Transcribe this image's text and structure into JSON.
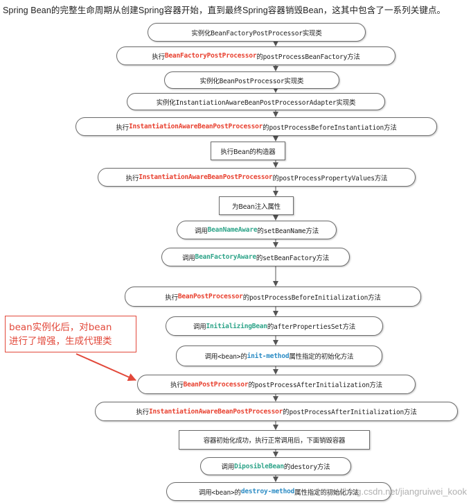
{
  "intro_text": "Spring Bean的完整生命周期从创建Spring容器开始，直到最终Spring容器销毁Bean，这其中包含了一系列关键点。",
  "nodes": [
    {
      "shape": "pill",
      "parts": [
        {
          "text": "实例化BeanFactoryPostProcessor实现类"
        }
      ]
    },
    {
      "shape": "pill",
      "parts": [
        {
          "text": "执行"
        },
        {
          "text": "BeanFactoryPostProcessor",
          "color": "red"
        },
        {
          "text": "的postProcessBeanFactory方法"
        }
      ]
    },
    {
      "shape": "pill",
      "parts": [
        {
          "text": "实例化BeanPostProcessor实现类"
        }
      ]
    },
    {
      "shape": "pill",
      "parts": [
        {
          "text": "实例化InstantiationAwareBeanPostProcessorAdapter实现类"
        }
      ]
    },
    {
      "shape": "pill",
      "parts": [
        {
          "text": "执行"
        },
        {
          "text": "InstantiationAwareBeanPostProcessor",
          "color": "red"
        },
        {
          "text": "的postProcessBeforeInstantiation方法"
        }
      ]
    },
    {
      "shape": "rect",
      "parts": [
        {
          "text": "执行Bean的构造器"
        }
      ]
    },
    {
      "shape": "pill",
      "parts": [
        {
          "text": "执行"
        },
        {
          "text": "InstantiationAwareBeanPostProcessor",
          "color": "red"
        },
        {
          "text": "的postProcessPropertyValues方法"
        }
      ]
    },
    {
      "shape": "rect",
      "parts": [
        {
          "text": "为Bean注入属性"
        }
      ]
    },
    {
      "shape": "pill",
      "parts": [
        {
          "text": "调用"
        },
        {
          "text": "BeanNameAware",
          "color": "green"
        },
        {
          "text": "的setBeanName方法"
        }
      ]
    },
    {
      "shape": "pill",
      "parts": [
        {
          "text": "调用"
        },
        {
          "text": "BeanFactoryAware",
          "color": "green"
        },
        {
          "text": "的setBeanFactory方法"
        }
      ]
    },
    {
      "shape": "pill",
      "parts": [
        {
          "text": "执行"
        },
        {
          "text": "BeanPostProcessor",
          "color": "red"
        },
        {
          "text": "的postProcessBeforeInitialization方法"
        }
      ]
    },
    {
      "shape": "pill",
      "parts": [
        {
          "text": "调用"
        },
        {
          "text": "InitializingBean",
          "color": "green"
        },
        {
          "text": "的afterPropertiesSet方法"
        }
      ]
    },
    {
      "shape": "pill",
      "parts": [
        {
          "text": "调用<bean>的"
        },
        {
          "text": "init-method",
          "color": "blue"
        },
        {
          "text": "属性指定的初始化方法"
        }
      ]
    },
    {
      "shape": "pill",
      "parts": [
        {
          "text": "执行"
        },
        {
          "text": "BeanPostProcessor",
          "color": "red"
        },
        {
          "text": "的postProcessAfterInitialization方法"
        }
      ]
    },
    {
      "shape": "pill",
      "parts": [
        {
          "text": "执行"
        },
        {
          "text": "InstantiationAwareBeanPostProcessor",
          "color": "red"
        },
        {
          "text": "的postProcessAfterInitialization方法"
        }
      ]
    },
    {
      "shape": "rect",
      "parts": [
        {
          "text": "容器初始化成功，执行正常调用后，下面销毁容器"
        }
      ]
    },
    {
      "shape": "pill",
      "parts": [
        {
          "text": "调用"
        },
        {
          "text": "DiposibleBean",
          "color": "green"
        },
        {
          "text": "的destory方法"
        }
      ]
    },
    {
      "shape": "pill",
      "parts": [
        {
          "text": "调用<bean>的"
        },
        {
          "text": "destroy-method",
          "color": "blue"
        },
        {
          "text": "属性指定的初始化方法"
        }
      ]
    }
  ],
  "annotation": {
    "line1": "bean实例化后，对bean",
    "line2": "进行了增强，生成代理类"
  },
  "watermark": "https://blog.csdn.net/jiangruiwei_kook",
  "colors": {
    "red": "#e8402f",
    "green": "#2ea489",
    "blue": "#2a8bc4",
    "annotation": "#e2483a",
    "border": "#6a6a6a"
  }
}
